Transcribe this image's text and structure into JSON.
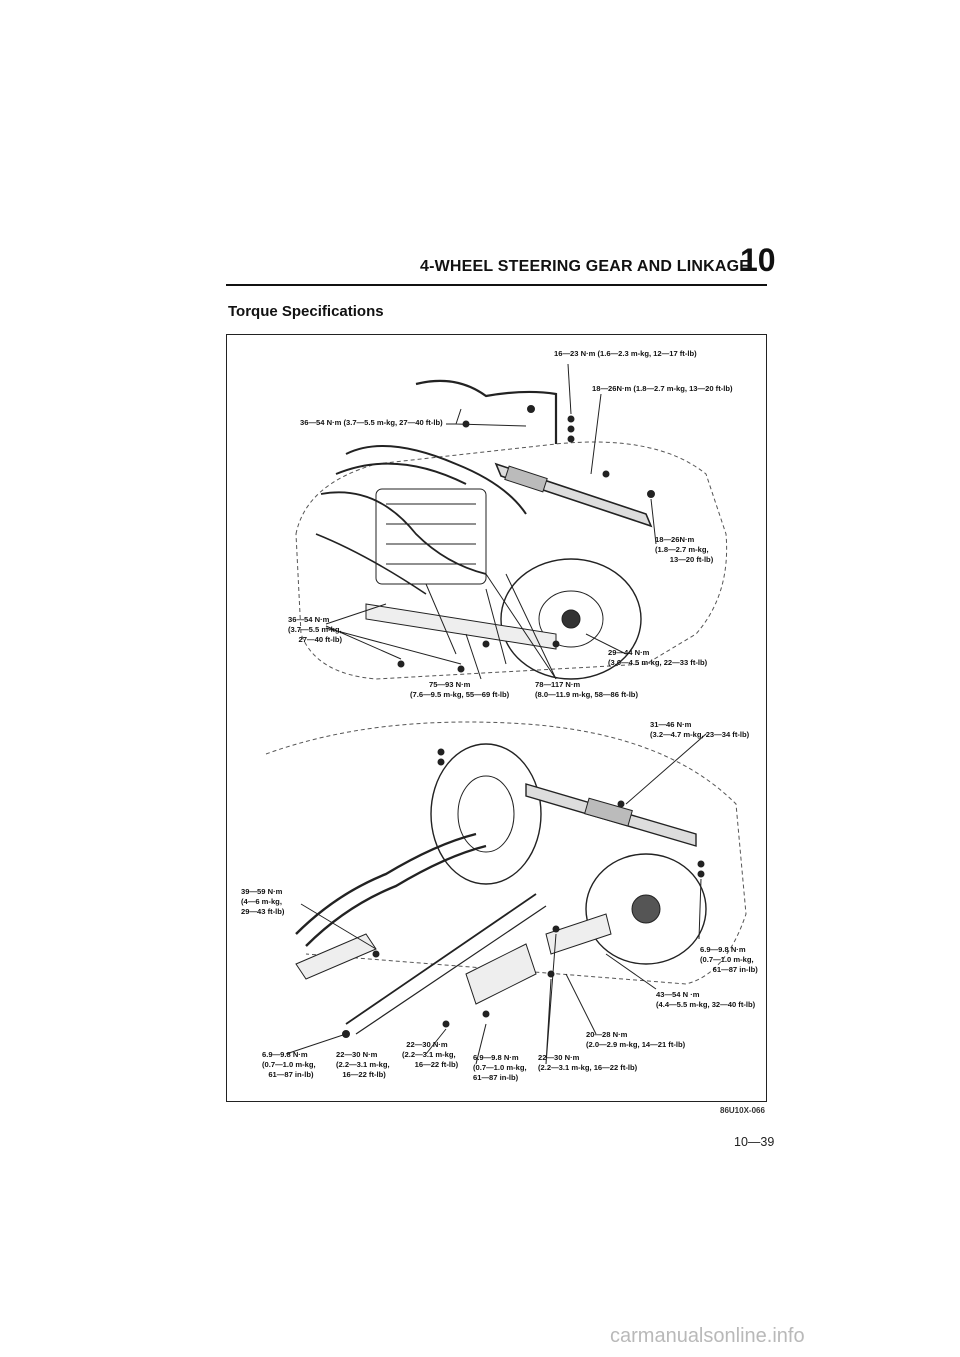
{
  "header": {
    "title": "4-WHEEL STEERING GEAR AND LINKAGE",
    "chapter_number": "10"
  },
  "section_title": "Torque Specifications",
  "figure": {
    "top_labels": {
      "t1": "16—23 N·m (1.6—2.3 m-kg, 12—17 ft-lb)",
      "t2": "18—26N·m (1.8—2.7 m-kg, 13—20 ft-lb)",
      "t3": "36—54 N·m (3.7—5.5 m-kg, 27—40 ft-lb)",
      "t4": "18—26N·m\n(1.8—2.7 m-kg,\n       13—20 ft-lb)",
      "t5": "36—54 N·m\n(3.7—5.5 m-kg,\n     27—40 ft-lb)",
      "t6": "29—44 N·m\n(3.0—4.5 m-kg, 22—33 ft-lb)",
      "t7": "         75—93 N·m\n(7.6—9.5 m-kg, 55—69 ft-lb)",
      "t8": "78—117 N·m\n(8.0—11.9 m-kg, 58—86 ft-lb)"
    },
    "bottom_labels": {
      "b1": "31—46 N·m\n(3.2—4.7 m-kg, 23—34 ft-lb)",
      "b2": "39—59 N·m\n(4—6 m-kg,\n29—43 ft-lb)",
      "b3": "6.9—9.8 N·m\n(0.7—1.0 m-kg,\n      61—87 in-lb)",
      "b4": "43—54 N ·m\n(4.4—5.5 m-kg, 32—40 ft-lb)",
      "b5": "20—28 N·m\n(2.0—2.9 m-kg, 14—21 ft-lb)",
      "b6": "6.9—9.8 N·m\n(0.7—1.0 m-kg,\n   61—87 in-lb)",
      "b7": "22—30 N·m\n(2.2—3.1 m-kg,\n   16—22 ft-lb)",
      "b8": "  22—30 N·m\n(2.2—3.1 m-kg,\n      16—22 ft-lb)",
      "b9": "6.9—9.8 N·m\n(0.7—1.0 m-kg,\n61—87 in-lb)",
      "b10": "22—30 N·m\n(2.2—3.1 m-kg, 16—22 ft-lb)"
    },
    "figure_id": "86U10X-066"
  },
  "page_number": "10—39",
  "watermark": "carmanualsonline.info"
}
